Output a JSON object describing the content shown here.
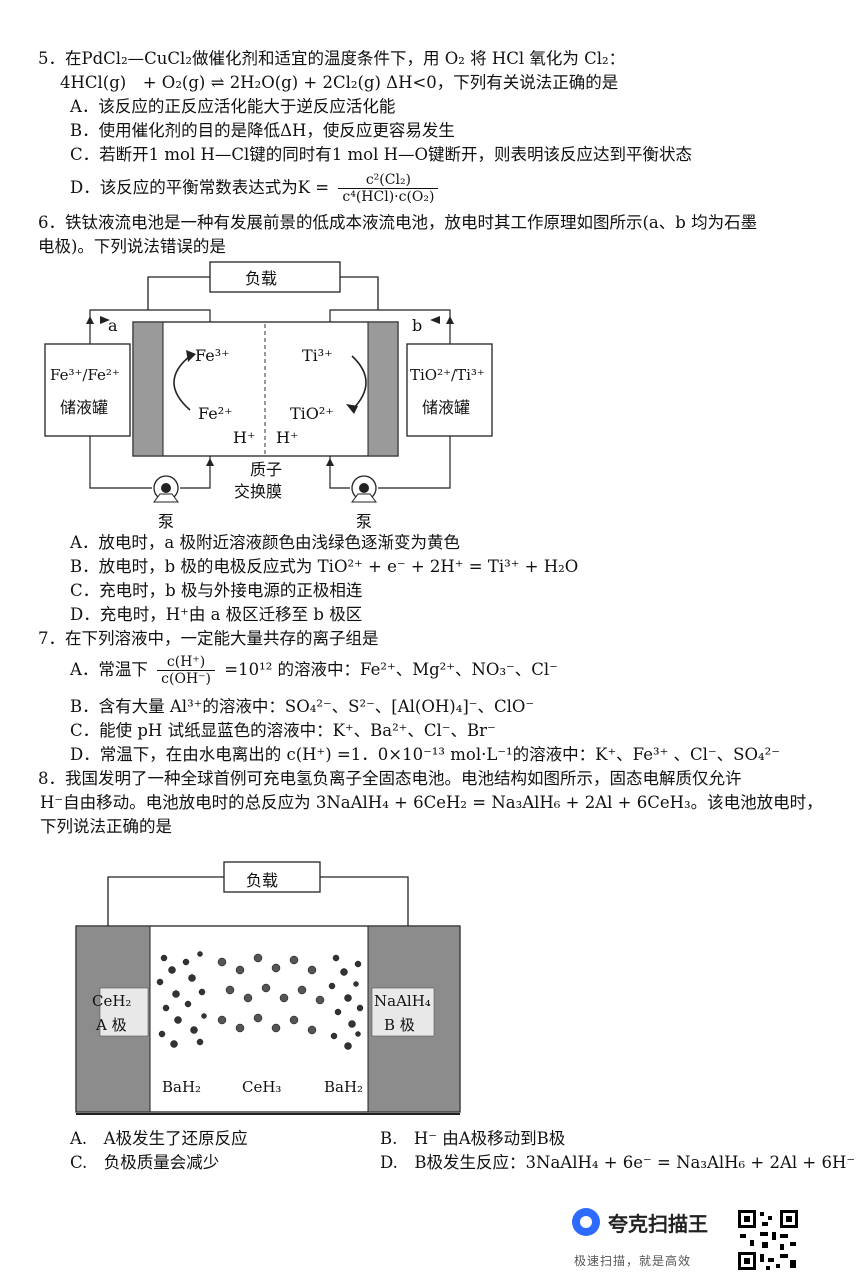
{
  "q5": {
    "stem": "5．在PdCl₂—CuCl₂做催化剂和适宜的温度条件下，用 O₂ 将 HCl 氧化为 Cl₂：",
    "equation": "4HCl(g)　+ O₂(g) ⇌ 2H₂O(g) + 2Cl₂(g) ΔH<0，下列有关说法正确的是",
    "A": "A．该反应的正反应活化能大于逆反应活化能",
    "B": "B．使用催化剂的目的是降低ΔH，使反应更容易发生",
    "C": "C．若断开1 mol H—Cl键的同时有1 mol H—O键断开，则表明该反应达到平衡状态",
    "D_prefix": "D．该反应的平衡常数表达式为K =",
    "D_num": "c²(Cl₂)",
    "D_den": "c⁴(HCl)·c(O₂)"
  },
  "q6": {
    "stem1": "6．铁钛液流电池是一种有发展前景的低成本液流电池，放电时其工作原理如图所示(a、b 均为石墨",
    "stem2": "电极)。下列说法错误的是",
    "fig": {
      "load": "负载",
      "a": "a",
      "b": "b",
      "left_tank_1": "Fe³⁺/Fe²⁺",
      "left_tank_2": "储液罐",
      "right_tank_1": "TiO²⁺/Ti³⁺",
      "right_tank_2": "储液罐",
      "fe3": "Fe³⁺",
      "fe2": "Fe²⁺",
      "ti3": "Ti³⁺",
      "tio2": "TiO²⁺",
      "h_left": "H⁺",
      "h_right": "H⁺",
      "membrane_1": "质子",
      "membrane_2": "交换膜",
      "pump_left": "泵",
      "pump_right": "泵"
    },
    "A": "A．放电时，a 极附近溶液颜色由浅绿色逐渐变为黄色",
    "B": "B．放电时，b 极的电极反应式为 TiO²⁺ + e⁻ + 2H⁺ = Ti³⁺ + H₂O",
    "C": "C．充电时，b 极与外接电源的正极相连",
    "D": "D．充电时，H⁺由 a 极区迁移至 b 极区"
  },
  "q7": {
    "stem": "7．在下列溶液中，一定能大量共存的离子组是",
    "A_prefix": "A．常温下",
    "A_num": "c(H⁺)",
    "A_den": "c(OH⁻)",
    "A_suffix": "=10¹² 的溶液中：Fe²⁺、Mg²⁺、NO₃⁻、Cl⁻",
    "B": "B．含有大量 Al³⁺的溶液中：SO₄²⁻、S²⁻、[Al(OH)₄]⁻、ClO⁻",
    "C": "C．能使 pH 试纸显蓝色的溶液中：K⁺、Ba²⁺、Cl⁻、Br⁻",
    "D": "D．常温下，在由水电离出的 c(H⁺) =1．0×10⁻¹³ mol·L⁻¹的溶液中：K⁺、Fe³⁺ 、Cl⁻、SO₄²⁻"
  },
  "q8": {
    "stem1": "8．我国发明了一种全球首例可充电氢负离子全固态电池。电池结构如图所示，固态电解质仅允许",
    "stem2": "H⁻自由移动。电池放电时的总反应为 3NaAlH₄ + 6CeH₂ = Na₃AlH₆ + 2Al + 6CeH₃。该电池放电时，",
    "stem3": "下列说法正确的是",
    "fig": {
      "load": "负载",
      "left_1": "CeH₂",
      "left_2": "A 极",
      "right_1": "NaAlH₄",
      "right_2": "B 极",
      "bottom_left": "BaH₂",
      "bottom_mid": "CeH₃",
      "bottom_right": "BaH₂"
    },
    "A": "A.　A极发生了还原反应",
    "B": "B.　H⁻ 由A极移动到B极",
    "C": "C.　负极质量会减少",
    "D": "D.　B极发生反应：3NaAlH₄ + 6e⁻ = Na₃AlH₆ + 2Al + 6H⁻"
  },
  "watermark": {
    "title": "夸克扫描王",
    "subtitle": "极速扫描，就是高效"
  }
}
